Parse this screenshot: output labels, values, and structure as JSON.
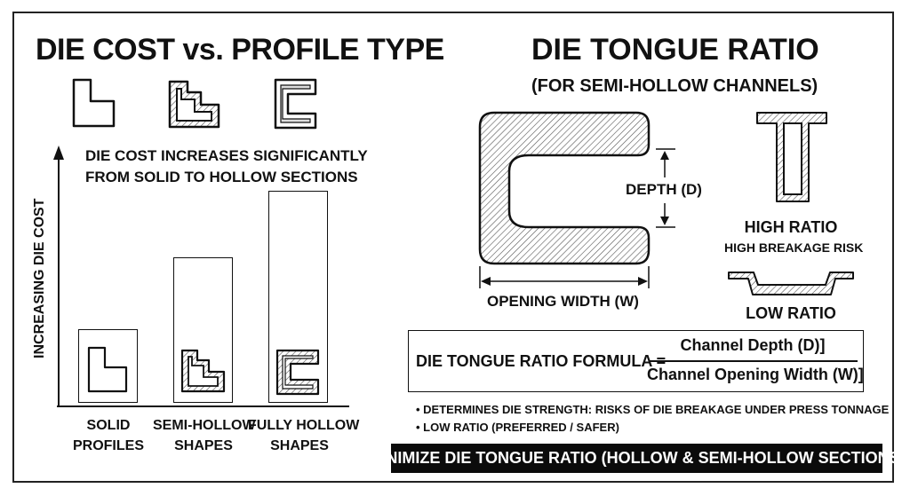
{
  "left_panel": {
    "title": "DIE COST vs. PROFILE TYPE",
    "note_line1": "DIE COST INCREASES SIGNIFICANTLY",
    "note_line2": "FROM SOLID TO HOLLOW SECTIONS",
    "y_axis_label": "INCREASING DIE COST",
    "categories": [
      {
        "line1": "SOLID",
        "line2": "PROFILES"
      },
      {
        "line1": "SEMI-HOLLOW",
        "line2": "SHAPES"
      },
      {
        "line1": "FULLY HOLLOW",
        "line2": "SHAPES"
      }
    ]
  },
  "right_panel": {
    "title": "DIE TONGUE RATIO",
    "subtitle": "(FOR SEMI-HOLLOW CHANNELS)",
    "depth_label": "DEPTH (D)",
    "width_label": "OPENING WIDTH (W)",
    "high_ratio_label": "HIGH RATIO",
    "high_ratio_note": "HIGH BREAKAGE RISK",
    "low_ratio_label": "LOW RATIO",
    "formula_label": "DIE TONGUE RATIO FORMULA =",
    "formula_numerator": "Channel Depth (D)]",
    "formula_denominator": "Channel Opening Width (W)]",
    "bullets": [
      "• DETERMINES DIE STRENGTH: RISKS OF DIE BREAKAGE UNDER PRESS TONNAGE",
      "• LOW RATIO (PREFERRED / SAFER)"
    ],
    "banner": "MINIMIZE DIE TONGUE RATIO (HOLLOW & SEMI-HOLLOW SECTIONS)"
  },
  "colors": {
    "ink": "#111111",
    "background": "#ffffff",
    "banner_bg": "#0b0b0b",
    "banner_text": "#ffffff"
  },
  "icons": [
    "solid-profile-icon",
    "semi-hollow-profile-icon",
    "hollow-profile-icon",
    "channel-profile-diagram",
    "high-ratio-profile-icon",
    "low-ratio-profile-icon"
  ]
}
